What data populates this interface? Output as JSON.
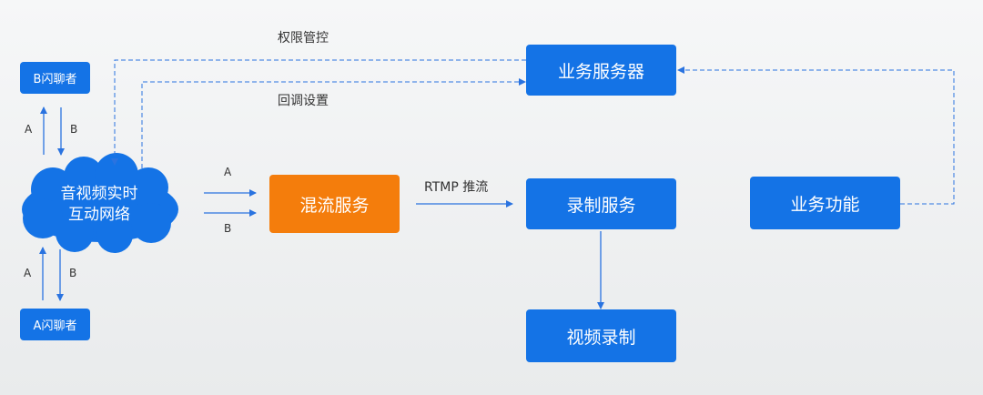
{
  "nodes": {
    "b_chatter": "B闪聊者",
    "a_chatter": "A闪聊者",
    "cloud_line1": "音视频实时",
    "cloud_line2": "互动网络",
    "mix_service": "混流服务",
    "business_server": "业务服务器",
    "record_service": "录制服务",
    "business_function": "业务功能",
    "video_record": "视频录制"
  },
  "edges": {
    "permission": "权限管控",
    "callback": "回调设置",
    "rtmp": "RTMP 推流",
    "a": "A",
    "b": "B"
  },
  "colors": {
    "blue": "#1473e6",
    "orange": "#f47d0c",
    "line": "#2a73e0"
  }
}
